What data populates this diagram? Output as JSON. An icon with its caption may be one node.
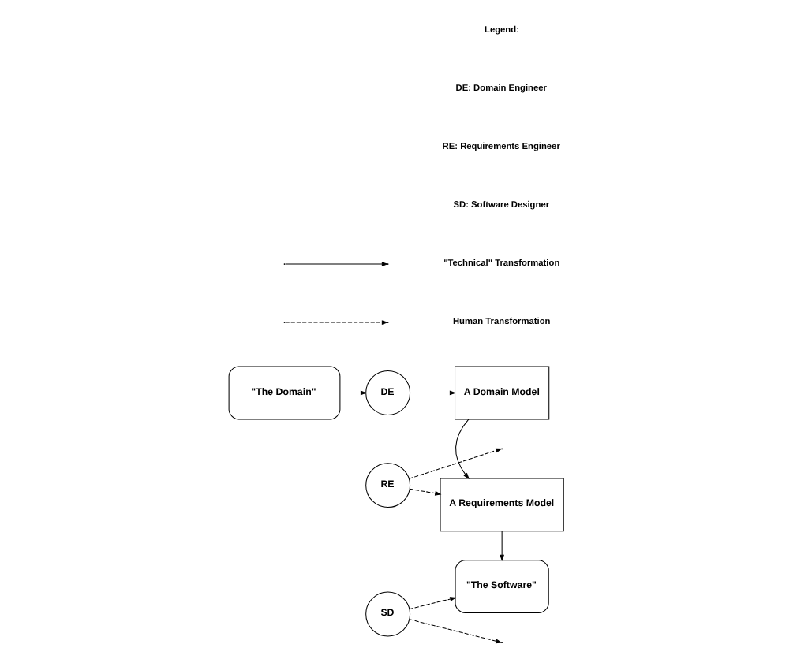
{
  "diagram": {
    "nodes": [
      {
        "text": [
          "\"The Domain\""
        ]
      },
      {
        "text": [
          "DE"
        ]
      },
      {
        "text": [
          "A Domain Model"
        ]
      },
      {
        "text": [
          "RE"
        ]
      },
      {
        "text": [
          "A Requirements Model"
        ]
      },
      {
        "text": [
          "SD"
        ]
      },
      {
        "text": [
          "\"The Software\""
        ]
      }
    ],
    "edges": [
      {
        "from": 0,
        "to": 1,
        "arrow": "to",
        "style": "dashed"
      },
      {
        "from": 1,
        "to": 2,
        "arrow": "to",
        "style": "dashed"
      },
      {
        "from": 2,
        "to": 4,
        "arrow": "to"
      },
      {
        "from": 3,
        "to": null,
        "arrow": "to",
        "style": "dashed"
      },
      {
        "from": 3,
        "to": 4,
        "arrow": "to",
        "style": "dashed"
      },
      {
        "from": 4,
        "to": 6,
        "arrow": "to"
      },
      {
        "from": 5,
        "to": null,
        "arrow": "to",
        "style": "dashed"
      },
      {
        "from": 5,
        "to": 6,
        "arrow": "to",
        "style": "dashed"
      }
    ],
    "labels": [
      "Legend:",
      "DE: Domain Engineer",
      "RE: Requirements Engineer",
      "SD: Software Designer"
    ],
    "legend": [
      {
        "text": "\"Technical\" Transformation"
      },
      {
        "text": "Human Transformation"
      }
    ]
  }
}
